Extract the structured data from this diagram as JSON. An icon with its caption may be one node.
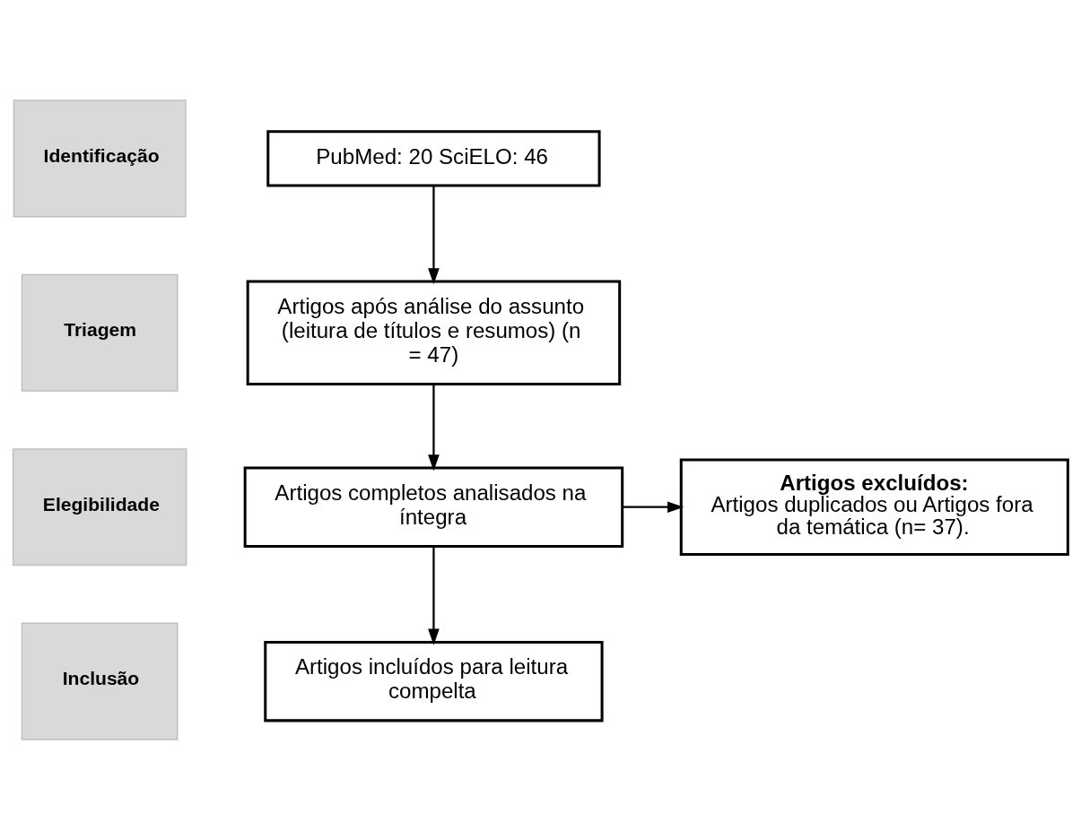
{
  "diagram": {
    "nodes": [
      {
        "text": [
          "Identificação"
        ]
      },
      {
        "text": [
          "Triagem"
        ]
      },
      {
        "text": [
          "Elegibilidade"
        ]
      },
      {
        "text": [
          "Inclusão"
        ]
      },
      {
        "text": [
          "PubMed: 20 SciELO: 46"
        ]
      },
      {
        "text": [
          "Artigos após análise do assunto (leitura de títulos e resumos) (n = 47)"
        ]
      },
      {
        "text": [
          "Artigos completos analisados na íntegra"
        ]
      },
      {
        "text": [
          "Artigos excluídos:",
          "Artigos duplicados ou Artigos fora da temática (n= 37)."
        ]
      },
      {
        "text": [
          "Artigos incluídos para leitura compelta"
        ]
      }
    ],
    "edges": [
      {
        "from": 4,
        "to": 5,
        "arrow": "to"
      },
      {
        "from": 5,
        "to": 6,
        "arrow": "to"
      },
      {
        "from": 6,
        "to": 7,
        "arrow": "to"
      },
      {
        "from": 6,
        "to": 8,
        "arrow": "to"
      }
    ]
  }
}
